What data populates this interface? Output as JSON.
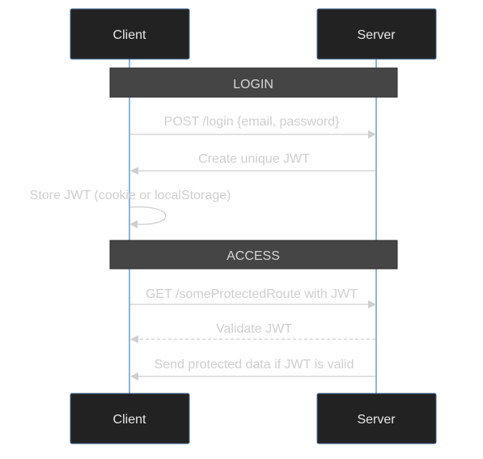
{
  "actors": {
    "client": "Client",
    "server": "Server"
  },
  "sections": {
    "login": "LOGIN",
    "access": "ACCESS"
  },
  "messages": {
    "post_login": "POST /login {email, password}",
    "create_jwt": "Create unique JWT",
    "store_jwt": "Store JWT (cookie or localStorage)",
    "get_protected": "GET /someProtectedRoute with JWT",
    "validate_jwt": "Validate JWT",
    "send_data": "Send protected data if JWT is valid"
  }
}
